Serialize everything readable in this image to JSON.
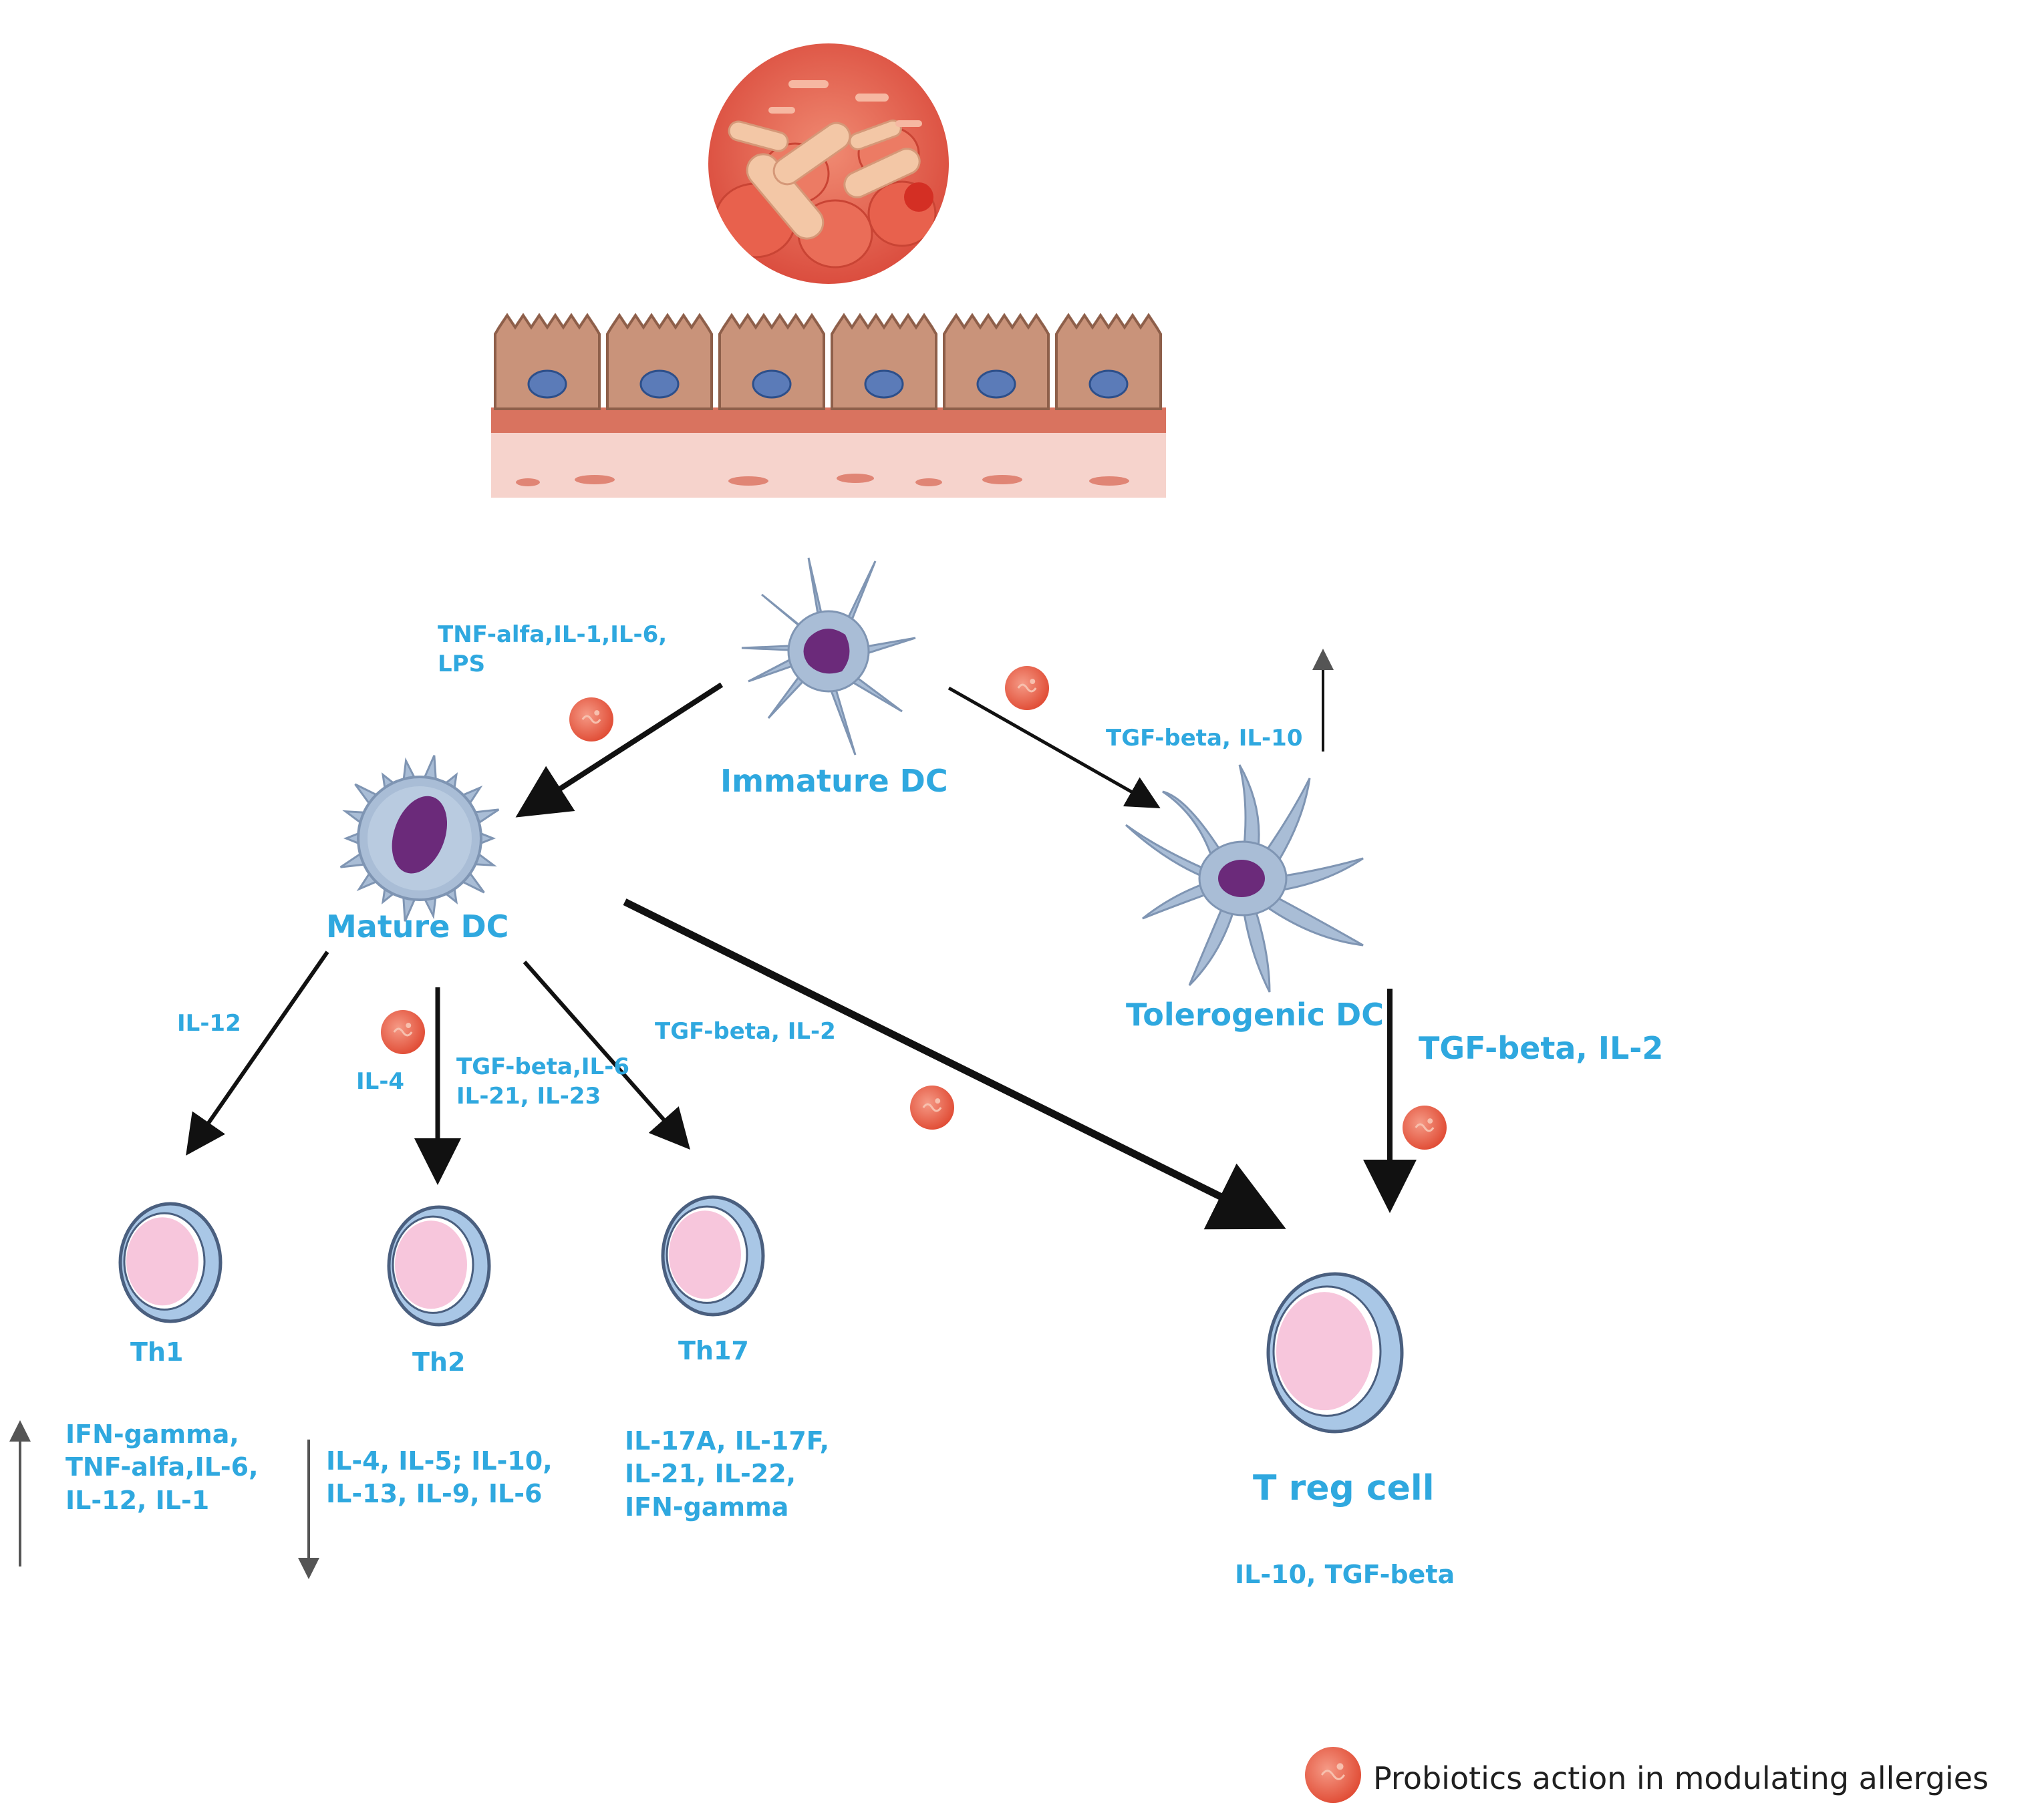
{
  "nodes": {
    "immature_dc": "Immature DC",
    "mature_dc": "Mature DC",
    "tolerogenic_dc": "Tolerogenic DC",
    "th1": "Th1",
    "th2": "Th2",
    "th17": "Th17",
    "treg": "T reg cell"
  },
  "edge_labels": {
    "immature_to_mature": "TNF-alfa,IL-1,IL-6,\nLPS",
    "immature_to_tolerogenic": "TGF-beta, IL-10",
    "mature_to_th1": "IL-12",
    "mature_to_th2": "IL-4",
    "mature_to_th17": "TGF-beta,IL-6\nIL-21, IL-23",
    "mature_to_treg": "TGF-beta, IL-2",
    "tolerogenic_to_treg": "TGF-beta, IL-2"
  },
  "cytokines": {
    "th1": "IFN-gamma,\nTNF-alfa,IL-6,\nIL-12, IL-1",
    "th2": "IL-4, IL-5; IL-10,\nIL-13, IL-9, IL-6",
    "th17": "IL-17A, IL-17F,\nIL-21, IL-22,\nIFN-gamma",
    "treg": "IL-10, TGF-beta"
  },
  "legend": {
    "text": "Probiotics action in modulating allergies"
  },
  "colors": {
    "label": "#2fa8df",
    "probiotic_marker": "#e8553e",
    "dc_cell": "#a9bdd6",
    "dc_nucleus": "#6b2a7a",
    "t_cell_fill": "#f7c6dc",
    "t_cell_rim": "#8fb5d8",
    "epithelium": "#c9937a",
    "epithelium_nucleus": "#5b7bb8",
    "arrow": "#111111"
  }
}
